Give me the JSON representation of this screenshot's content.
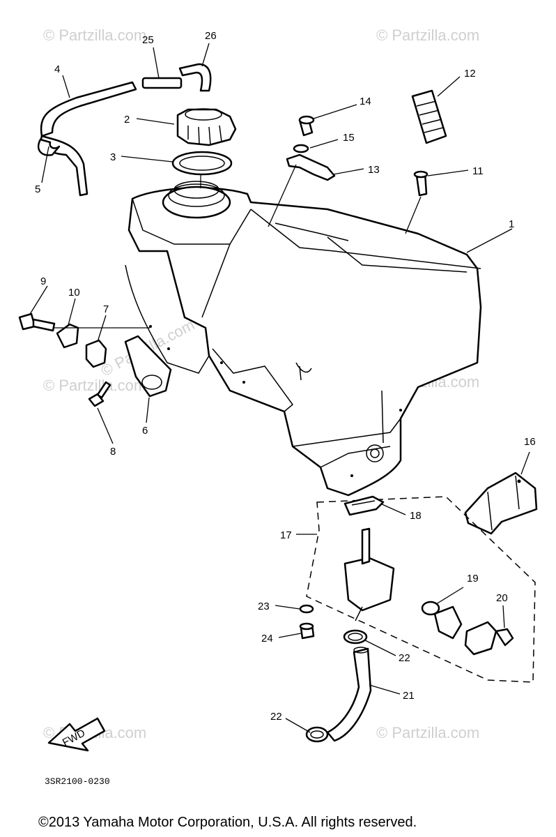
{
  "watermarks": [
    "© Partzilla.com",
    "© Partzilla.com",
    "© Partzilla.com",
    "© Partzilla.com",
    "© Partzilla.com",
    "© Partzilla.com",
    "© Partzilla.com"
  ],
  "callouts": [
    "1",
    "2",
    "3",
    "4",
    "5",
    "6",
    "7",
    "8",
    "9",
    "10",
    "11",
    "12",
    "13",
    "14",
    "15",
    "16",
    "17",
    "18",
    "19",
    "20",
    "21",
    "22",
    "22",
    "23",
    "24",
    "25",
    "26"
  ],
  "fwd_label": "FWD",
  "diagram_code": "3SR2100-0230",
  "copyright": "©2013 Yamaha Motor Corporation, U.S.A. All rights reserved."
}
